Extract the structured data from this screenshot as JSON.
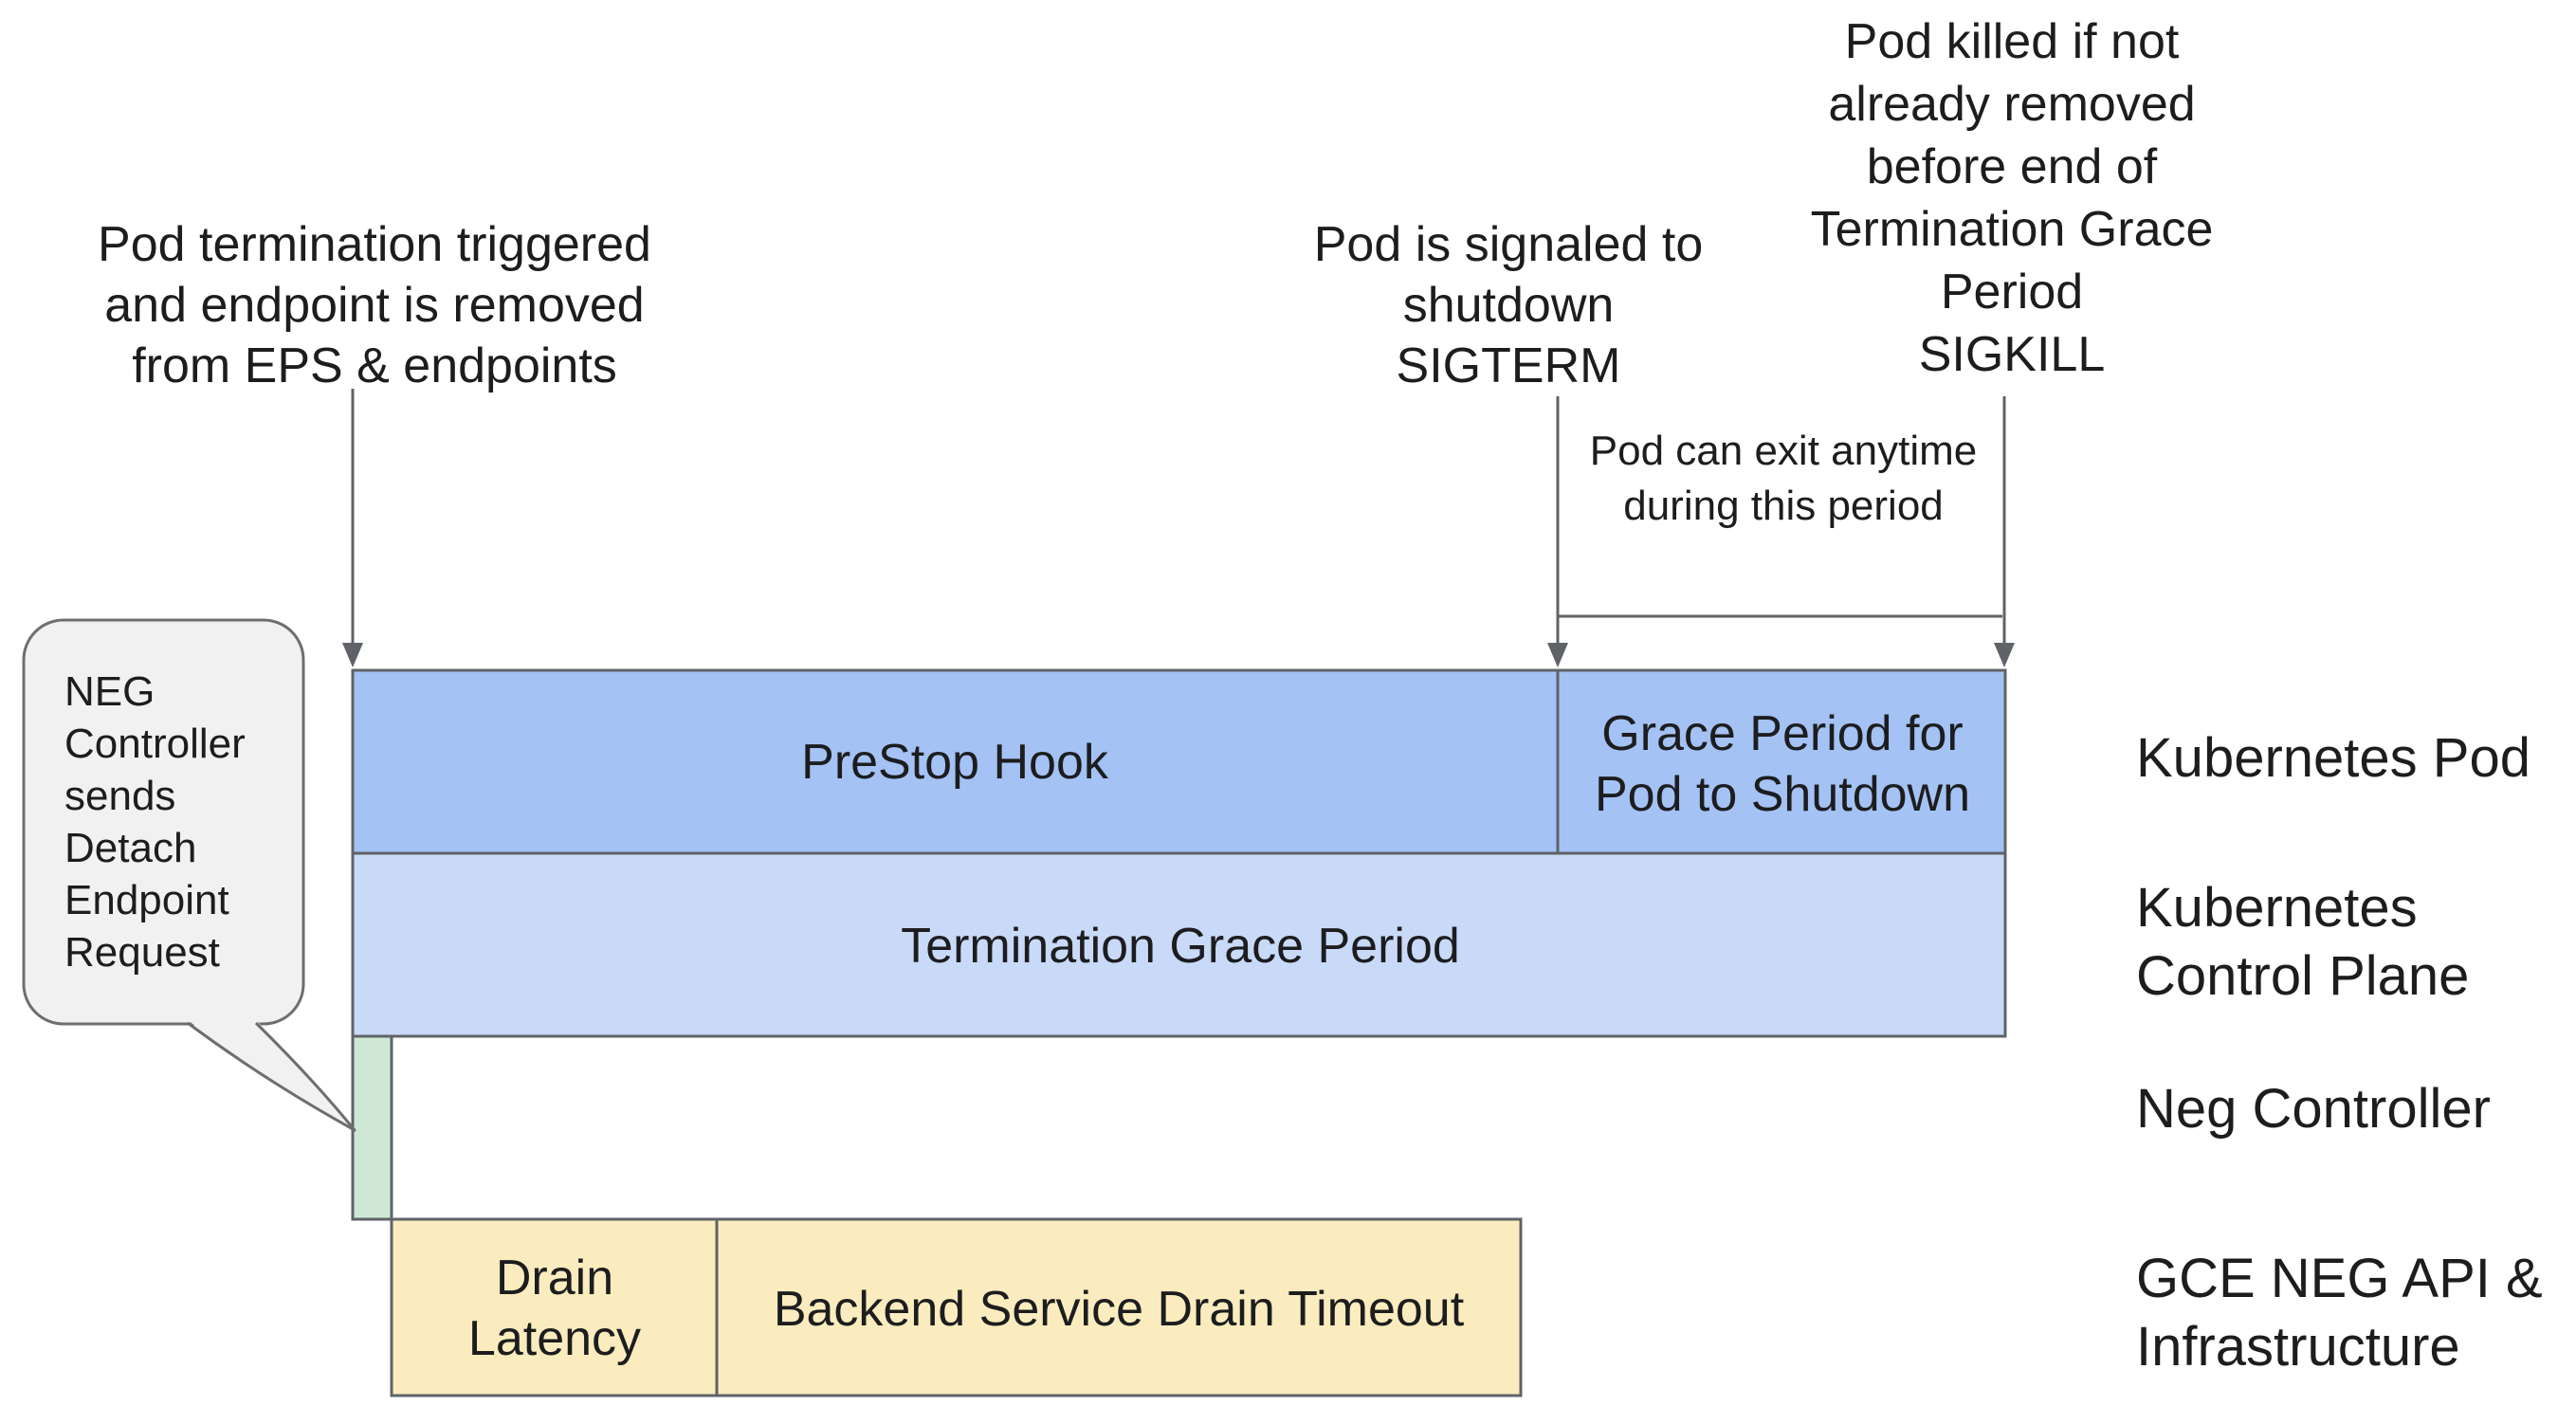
{
  "annotations": {
    "pod_termination_lines": [
      "Pod termination triggered",
      "and endpoint is removed",
      "from EPS & endpoints"
    ],
    "sigterm_lines": [
      "Pod is signaled to",
      "shutdown",
      "SIGTERM"
    ],
    "sigkill_lines": [
      "Pod killed if not",
      "already removed",
      "before end of",
      "Termination Grace",
      "Period",
      "SIGKILL"
    ],
    "pod_exit_lines": [
      "Pod can exit anytime",
      "during this period"
    ]
  },
  "callout": {
    "lines": [
      "NEG",
      "Controller",
      "sends",
      "Detach",
      "Endpoint",
      "Request"
    ]
  },
  "bars": {
    "prestop_label": "PreStop Hook",
    "grace_period_lines": [
      "Grace Period for",
      "Pod to Shutdown"
    ],
    "termination_grace_label": "Termination Grace Period",
    "drain_latency_lines": [
      "Drain",
      "Latency"
    ],
    "backend_drain_label": "Backend Service Drain Timeout"
  },
  "lane_labels": {
    "kubernetes_pod": "Kubernetes Pod",
    "control_plane_lines": [
      "Kubernetes",
      "Control Plane"
    ],
    "neg_controller": "Neg Controller",
    "gce_lines": [
      "GCE NEG API &",
      "Infrastructure"
    ]
  },
  "colors": {
    "prestop_bar_fill": "#a4c2f4",
    "termination_bar_fill": "#c9daf8",
    "neg_bar_fill": "#cfe8d6",
    "drain_bar_fill": "#faecbe",
    "callout_fill": "#f1f1f1",
    "stroke_gray": "#5f6368",
    "text_color": "#1d1d1f",
    "background": "#ffffff"
  }
}
